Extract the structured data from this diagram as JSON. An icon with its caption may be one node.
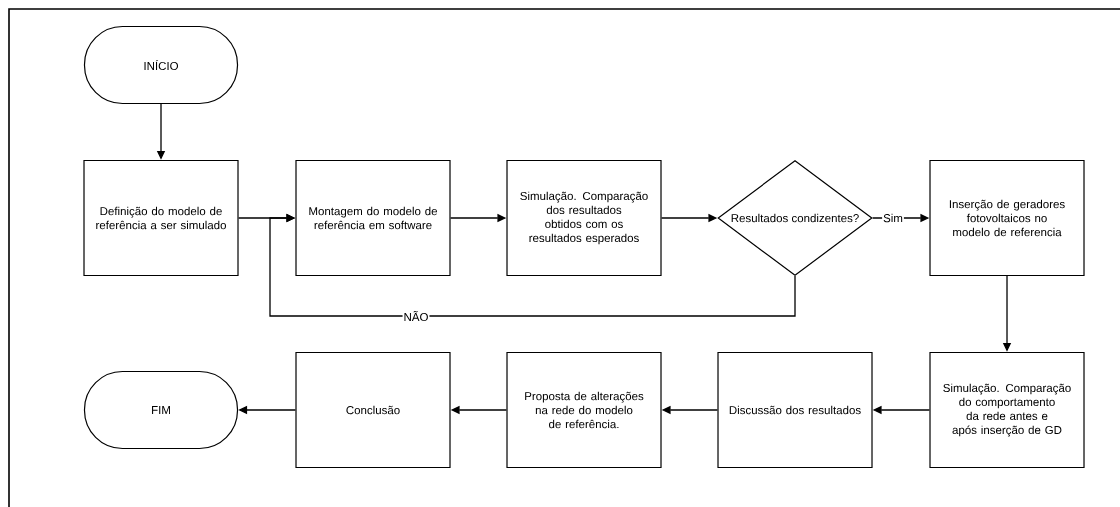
{
  "diagram": {
    "nodes": [
      {
        "text": [
          "INÍCIO"
        ]
      },
      {
        "text": [
          "Definição do modelo de referência a ser simulado"
        ]
      },
      {
        "text": [
          "Montagem do modelo de referência em software"
        ]
      },
      {
        "text": [
          "Simulação. Comparação dos resultados obtidos com os resultados esperados"
        ]
      },
      {
        "text": [
          "Resultados condizentes?"
        ]
      },
      {
        "text": [
          "Inserção de geradores fotovoltaicos no modelo de referencia"
        ]
      },
      {
        "text": [
          "Simulação. Comparação do comportamento da rede antes e após inserção de GD"
        ]
      },
      {
        "text": [
          "Discussão dos resultados"
        ]
      },
      {
        "text": [
          "Proposta de alterações na rede do modelo de referência."
        ]
      },
      {
        "text": [
          "Conclusão"
        ]
      },
      {
        "text": [
          "FIM"
        ]
      }
    ],
    "edges": [
      {
        "from": 0,
        "to": 1,
        "arrow": "to"
      },
      {
        "from": 1,
        "to": 2,
        "arrow": "to"
      },
      {
        "from": 2,
        "to": 3,
        "arrow": "to"
      },
      {
        "from": 3,
        "to": 4,
        "arrow": "to"
      },
      {
        "from": 4,
        "to": 5,
        "arrow": "to",
        "label": "Sim"
      },
      {
        "from": 4,
        "to": 2,
        "arrow": "to",
        "label": "NÃO"
      },
      {
        "from": 5,
        "to": 6,
        "arrow": "to"
      },
      {
        "from": 6,
        "to": 7,
        "arrow": "to"
      },
      {
        "from": 7,
        "to": 8,
        "arrow": "to"
      },
      {
        "from": 8,
        "to": 9,
        "arrow": "to"
      },
      {
        "from": 9,
        "to": 10,
        "arrow": "to"
      }
    ]
  }
}
